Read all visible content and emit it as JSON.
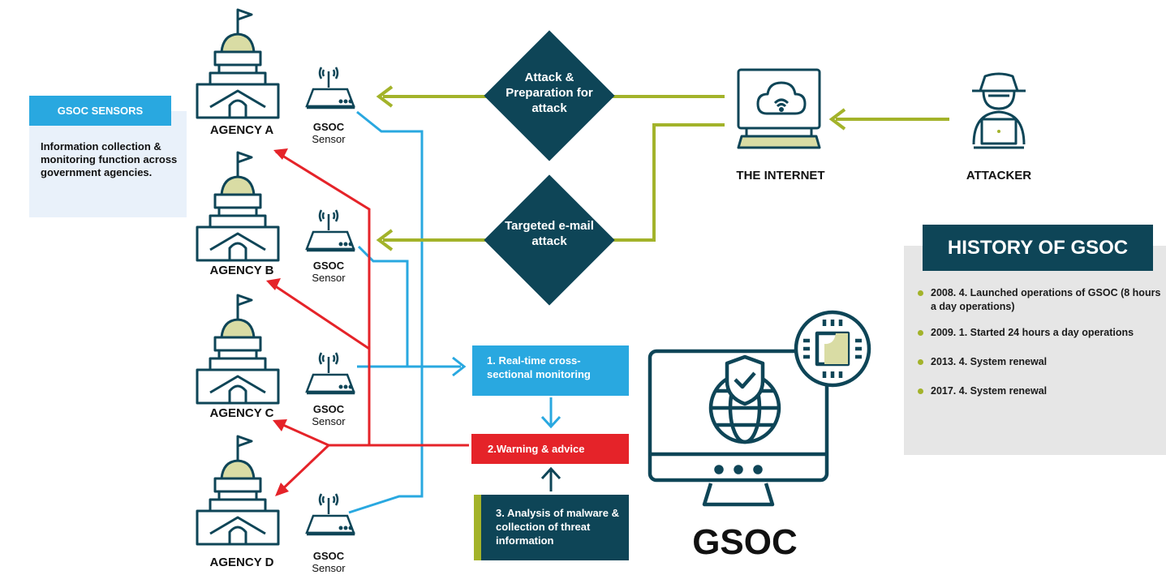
{
  "sensors_box": {
    "title": "GSOC SENSORS",
    "description": "Information collection & monitoring function across government agencies."
  },
  "agencies": [
    {
      "name": "AGENCY A"
    },
    {
      "name": "AGENCY B"
    },
    {
      "name": "AGENCY C"
    },
    {
      "name": "AGENCY D"
    }
  ],
  "sensor_label": {
    "top": "GSOC",
    "bottom": "Sensor"
  },
  "attack_routes": [
    {
      "label": "Attack & Preparation for attack"
    },
    {
      "label": "Targeted e-mail attack"
    }
  ],
  "internet_label": "THE INTERNET",
  "attacker_label": "ATTACKER",
  "steps": [
    {
      "label": "1. Real-time cross-sectional monitoring"
    },
    {
      "label": "2.Warning & advice"
    },
    {
      "label": "3. Analysis of malware & collection of threat information"
    }
  ],
  "gsoc_label": "GSOC",
  "history": {
    "title": "HISTORY OF GSOC",
    "items": [
      "2008. 4. Launched operations of GSOC (8 hours a day operations)",
      "2009. 1. Started 24 hours a day operations",
      "2013. 4. System renewal",
      "2017. 4. System renewal"
    ]
  },
  "colors": {
    "navy": "#0e4557",
    "blue": "#29a8e0",
    "red": "#e52329",
    "green": "#a3b32a",
    "khaki": "#d9dca4"
  }
}
